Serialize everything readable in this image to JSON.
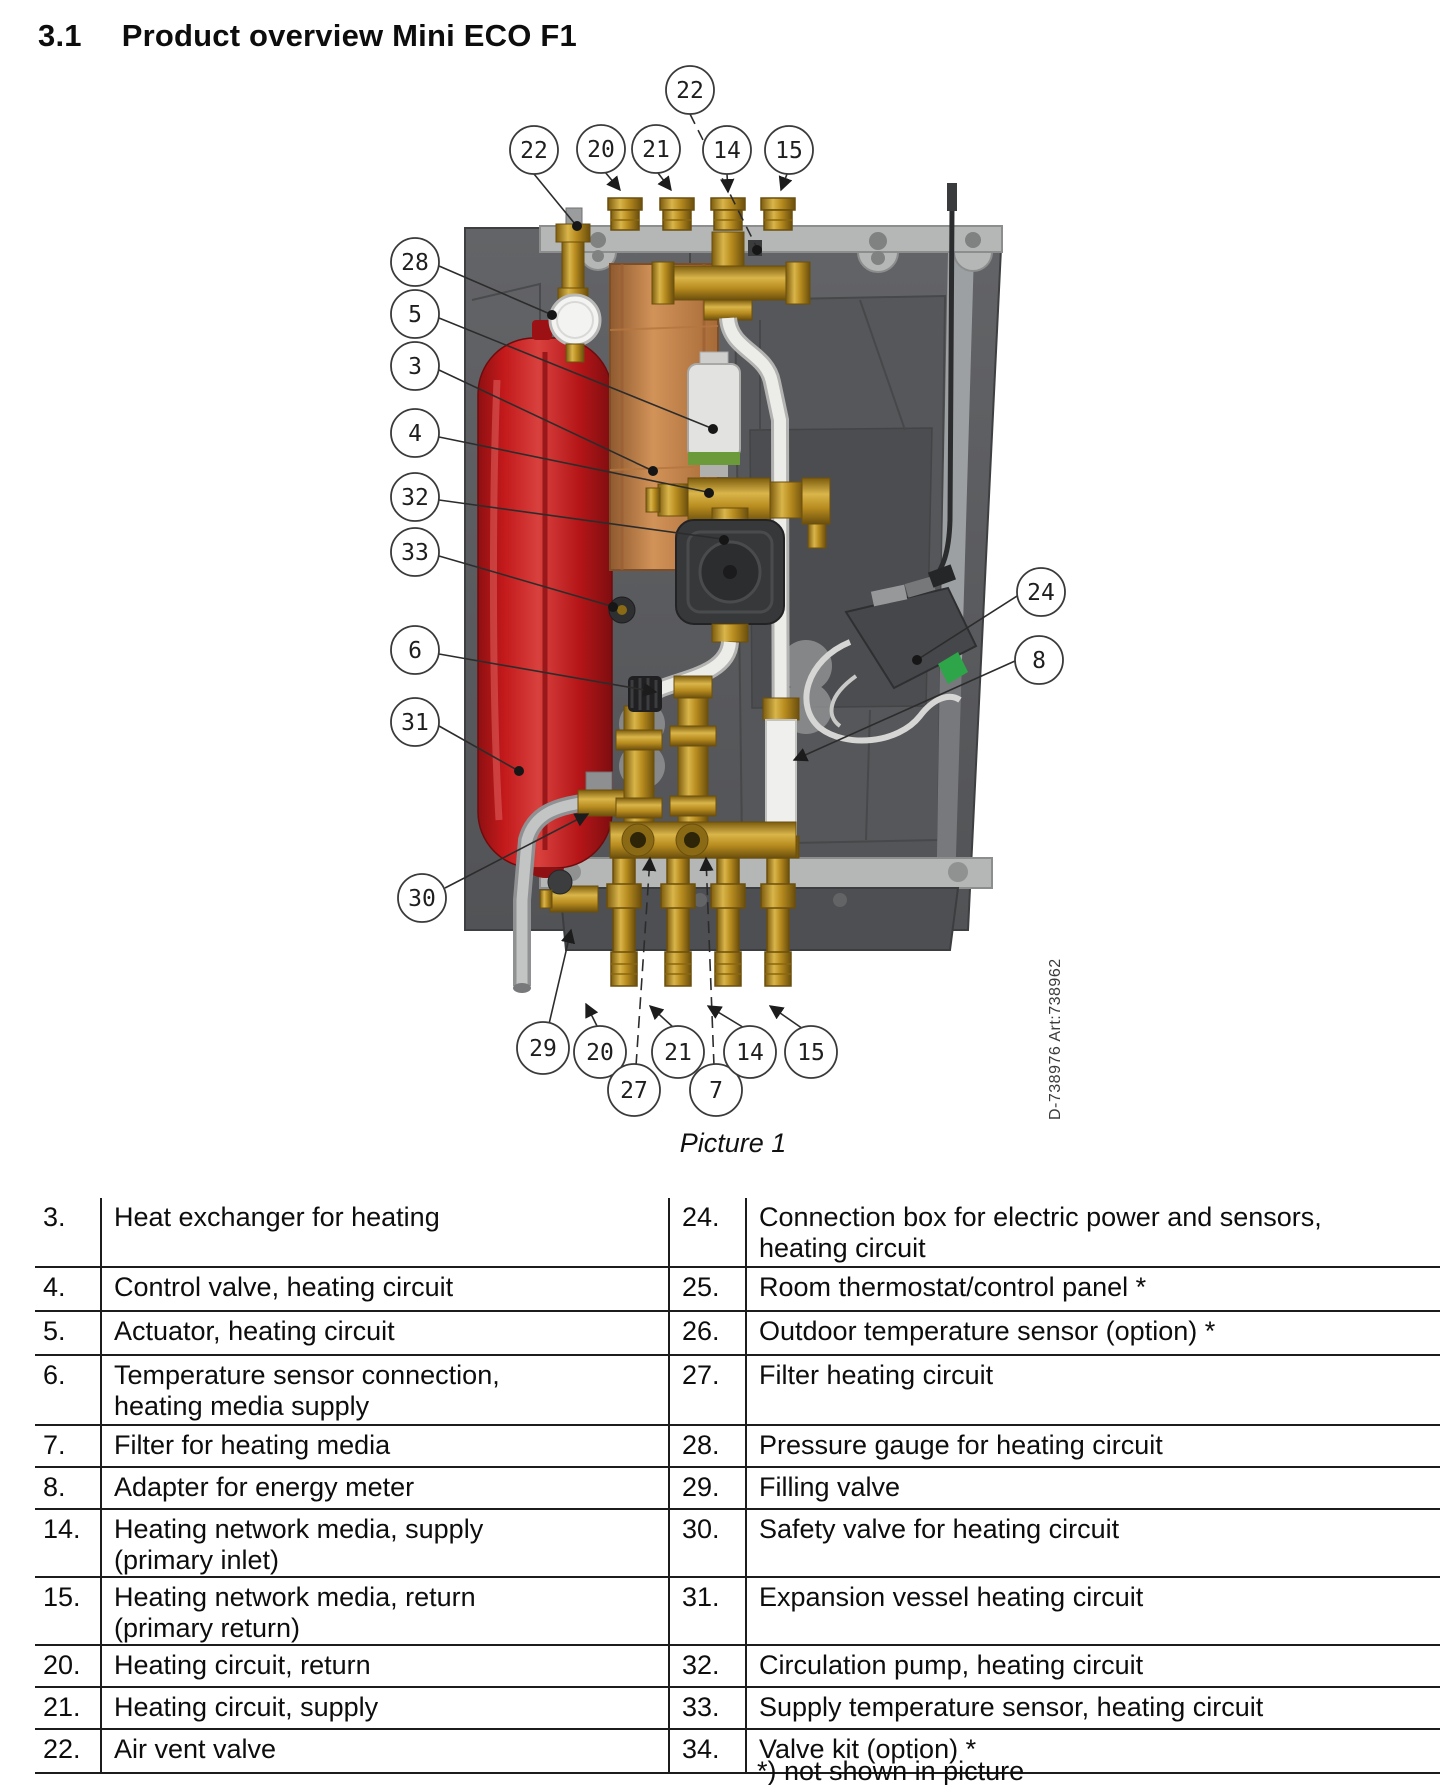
{
  "header": {
    "section": "3.1",
    "title": "Product overview Mini ECO F1"
  },
  "figure": {
    "caption": "Picture 1",
    "art_number": "D-738976  Art:738962",
    "callouts": [
      {
        "id": "c22-top",
        "label": "22"
      },
      {
        "id": "c22",
        "label": "22"
      },
      {
        "id": "c20-top",
        "label": "20"
      },
      {
        "id": "c21-top",
        "label": "21"
      },
      {
        "id": "c14-top",
        "label": "14"
      },
      {
        "id": "c15-top",
        "label": "15"
      },
      {
        "id": "c28",
        "label": "28"
      },
      {
        "id": "c5",
        "label": "5"
      },
      {
        "id": "c3",
        "label": "3"
      },
      {
        "id": "c4",
        "label": "4"
      },
      {
        "id": "c32",
        "label": "32"
      },
      {
        "id": "c33",
        "label": "33"
      },
      {
        "id": "c6",
        "label": "6"
      },
      {
        "id": "c31",
        "label": "31"
      },
      {
        "id": "c30",
        "label": "30"
      },
      {
        "id": "c24",
        "label": "24"
      },
      {
        "id": "c8",
        "label": "8"
      },
      {
        "id": "c29",
        "label": "29"
      },
      {
        "id": "c20-bottom",
        "label": "20"
      },
      {
        "id": "c27",
        "label": "27"
      },
      {
        "id": "c21-bottom",
        "label": "21"
      },
      {
        "id": "c7",
        "label": "7"
      },
      {
        "id": "c14-bottom",
        "label": "14"
      },
      {
        "id": "c15-bottom",
        "label": "15"
      }
    ]
  },
  "colors": {
    "vessel_red": "#c41a1c",
    "copper": "#c68350",
    "brass": "#b88c1f",
    "panel_gray": "#5c5d60",
    "bracket_gray": "#b4b7b6",
    "pump_dark": "#37383a",
    "led_green": "#2fa54a",
    "pipe_white": "#ecece9"
  },
  "table": {
    "rows": [
      {
        "ln": "3.",
        "lt": "Heat exchanger for heating",
        "rn": "24.",
        "rt": "Connection box for electric power and sensors,\nheating circuit"
      },
      {
        "ln": "4.",
        "lt": "Control valve, heating circuit",
        "rn": "25.",
        "rt": "Room thermostat/control panel *"
      },
      {
        "ln": "5.",
        "lt": "Actuator, heating circuit",
        "rn": "26.",
        "rt": "Outdoor temperature sensor (option) *"
      },
      {
        "ln": "6.",
        "lt": "Temperature sensor connection,\nheating media supply",
        "rn": "27.",
        "rt": "Filter heating circuit"
      },
      {
        "ln": "7.",
        "lt": "Filter for heating media",
        "rn": "28.",
        "rt": "Pressure gauge for heating circuit"
      },
      {
        "ln": "8.",
        "lt": "Adapter for energy meter",
        "rn": "29.",
        "rt": "Filling valve"
      },
      {
        "ln": "14.",
        "lt": "Heating network media, supply\n(primary inlet)",
        "rn": "30.",
        "rt": "Safety valve for heating circuit"
      },
      {
        "ln": "15.",
        "lt": "Heating network media, return\n(primary return)",
        "rn": "31.",
        "rt": "Expansion vessel heating circuit"
      },
      {
        "ln": "20.",
        "lt": "Heating circuit, return",
        "rn": "32.",
        "rt": "Circulation pump, heating circuit"
      },
      {
        "ln": "21.",
        "lt": "Heating circuit, supply",
        "rn": "33.",
        "rt": "Supply temperature sensor, heating circuit"
      },
      {
        "ln": "22.",
        "lt": "Air vent valve",
        "rn": "34.",
        "rt": "Valve kit (option) *"
      }
    ],
    "footnote": "*) not shown in picture"
  }
}
